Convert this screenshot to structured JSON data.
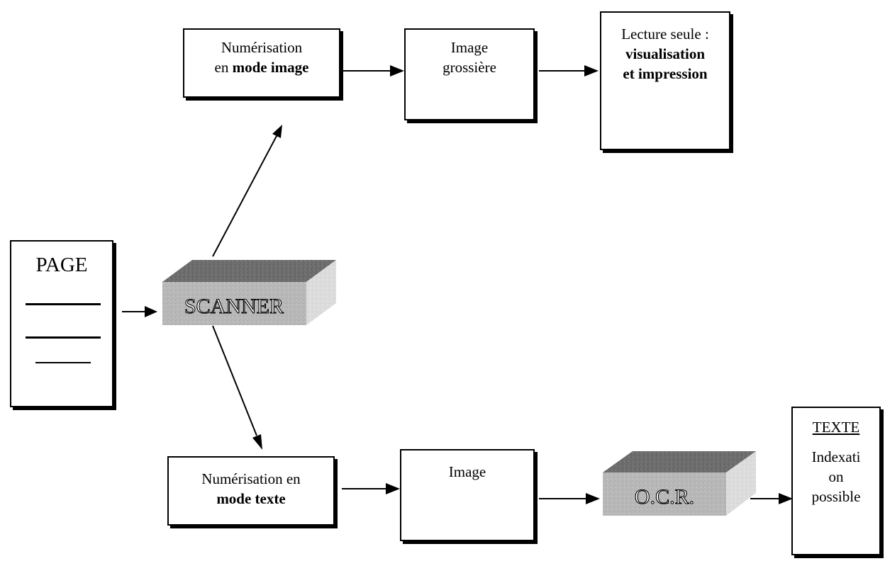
{
  "page": {
    "title": "PAGE"
  },
  "scanner": {
    "label": "SCANNER"
  },
  "ocr": {
    "label": "O.C.R."
  },
  "image_path": {
    "step1": {
      "line1": "Numérisation",
      "line2_prefix": "en ",
      "line2_bold": "mode image"
    },
    "step2": {
      "line1": "Image",
      "line2": "grossière"
    },
    "step3": {
      "line1": "Lecture seule :",
      "line2_bold": "visualisation",
      "line3_bold": "et impression"
    }
  },
  "text_path": {
    "step1": {
      "line1": "Numérisation en",
      "line2_bold": "mode texte"
    },
    "step2": {
      "line1": "Image"
    },
    "result": {
      "title": "TEXTE",
      "line1": "Indexati",
      "line2": "on",
      "line3": "possible"
    }
  }
}
